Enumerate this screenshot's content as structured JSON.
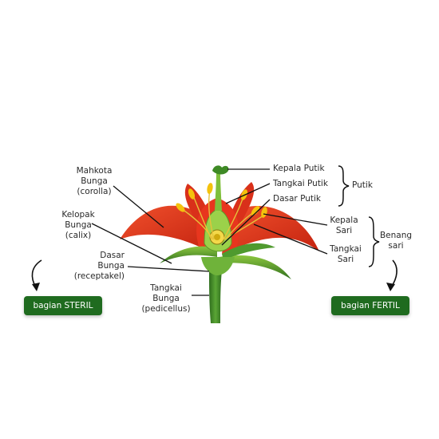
{
  "labels": {
    "mahkota": [
      "Mahkota",
      "Bunga",
      "(corolla)"
    ],
    "kelopak": [
      "Kelopak",
      "Bunga",
      "(calix)"
    ],
    "dasar_bunga": [
      "Dasar",
      "Bunga",
      "(receptakel)"
    ],
    "tangkai_bunga": [
      "Tangkai",
      "Bunga",
      "(pedicellus)"
    ],
    "kepala_putik": "Kepala Putik",
    "tangkai_putik": "Tangkai Putik",
    "dasar_putik": "Dasar Putik",
    "putik": "Putik",
    "kepala_sari": [
      "Kepala",
      "Sari"
    ],
    "tangkai_sari": [
      "Tangkai",
      "Sari"
    ],
    "benang_sari": [
      "Benang",
      "sari"
    ]
  },
  "badges": {
    "steril": "bagian STERIL",
    "fertil": "bagian FERTIL"
  },
  "colors": {
    "petal": "#e8361e",
    "petal_dark": "#c3220f",
    "leaf": "#3f8a2a",
    "leaf_light": "#8cc63f",
    "stamen": "#f4c20d",
    "badge": "#1f6b1f"
  }
}
